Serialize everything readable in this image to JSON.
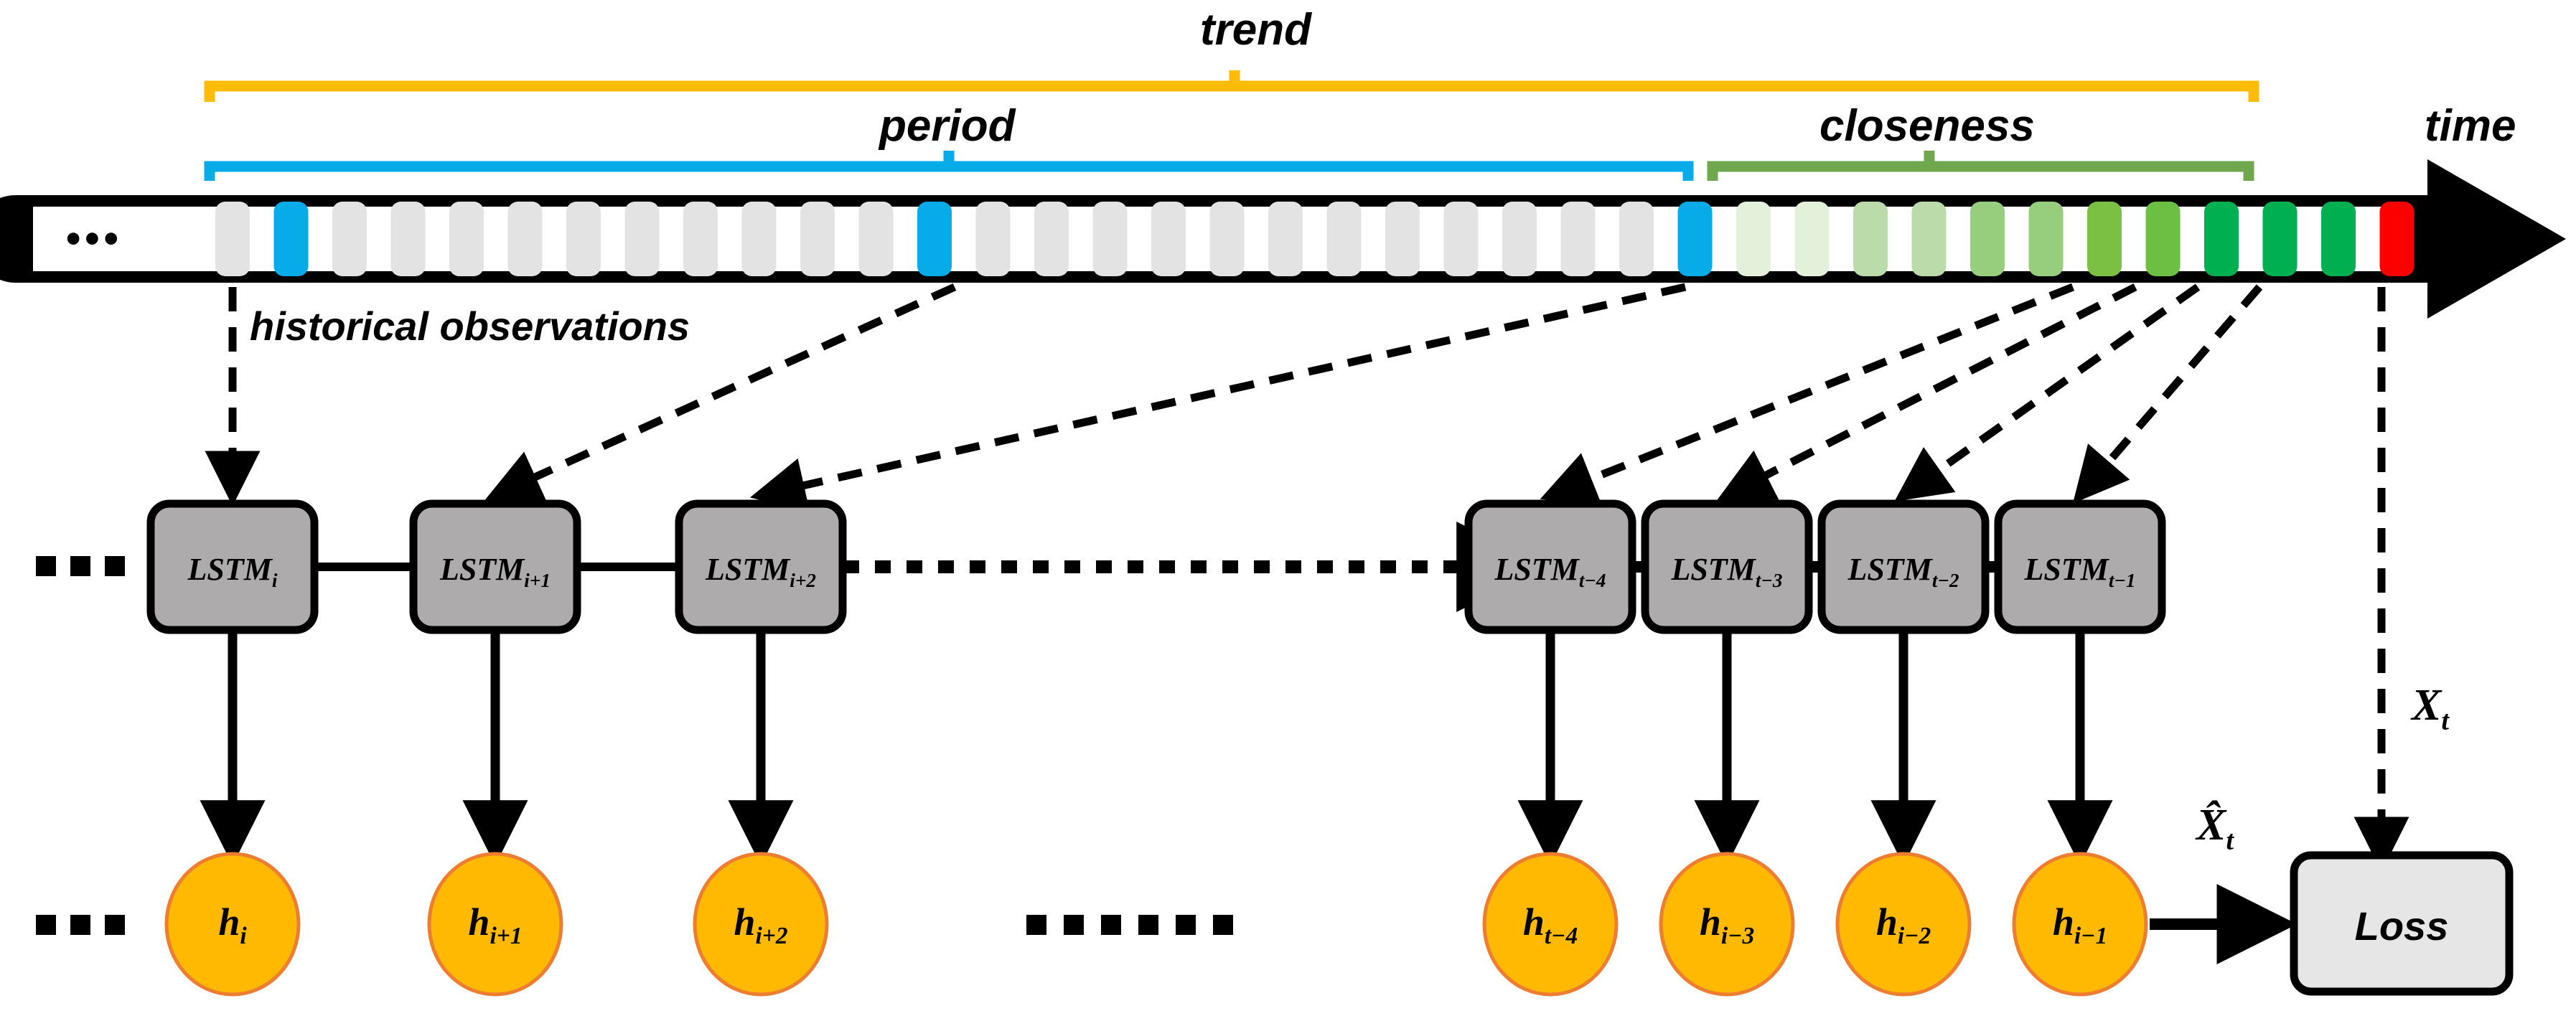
{
  "diagram": {
    "title_labels": {
      "trend": "trend",
      "period": "period",
      "closeness": "closeness",
      "time": "time",
      "historical_observations": "historical observations"
    },
    "colors": {
      "trend_bracket": "#FFBC06",
      "period_bracket": "#06ABE8",
      "closeness_bracket": "#6FA84C",
      "timeline_cell_default": "#E3E3E3",
      "timeline_cell_blue": "#06ABE8",
      "timeline_cell_red": "#FC0000",
      "timeline_border": "#000000",
      "lstm_fill": "#ADABAB",
      "hidden_fill": "#FFB900",
      "hidden_stroke": "#ED7D31",
      "loss_fill": "#E7E6E6",
      "green_scale": [
        "#E3F0DA",
        "#E3F0DA",
        "#BCDBAA",
        "#BCDBAA",
        "#97CE7D",
        "#97CE7D",
        "#7BC043",
        "#6BC044",
        "#00B050",
        "#00B050",
        "#00B050"
      ]
    },
    "timeline": {
      "ellipsis": "...",
      "cells": [
        {
          "index": 0,
          "color": "default",
          "highlight": false
        },
        {
          "index": 1,
          "color": "blue",
          "highlight": true,
          "tag": "period-start"
        },
        {
          "index": 2,
          "color": "default",
          "highlight": false
        },
        {
          "index": 3,
          "color": "default",
          "highlight": false
        },
        {
          "index": 4,
          "color": "default",
          "highlight": false
        },
        {
          "index": 5,
          "color": "default",
          "highlight": false
        },
        {
          "index": 6,
          "color": "default",
          "highlight": false
        },
        {
          "index": 7,
          "color": "default",
          "highlight": false
        },
        {
          "index": 8,
          "color": "default",
          "highlight": false
        },
        {
          "index": 9,
          "color": "default",
          "highlight": false
        },
        {
          "index": 10,
          "color": "default",
          "highlight": false
        },
        {
          "index": 11,
          "color": "default",
          "highlight": false
        },
        {
          "index": 12,
          "color": "blue",
          "highlight": true,
          "tag": "period-mid"
        },
        {
          "index": 13,
          "color": "default",
          "highlight": false
        },
        {
          "index": 14,
          "color": "default",
          "highlight": false
        },
        {
          "index": 15,
          "color": "default",
          "highlight": false
        },
        {
          "index": 16,
          "color": "default",
          "highlight": false
        },
        {
          "index": 17,
          "color": "default",
          "highlight": false
        },
        {
          "index": 18,
          "color": "default",
          "highlight": false
        },
        {
          "index": 19,
          "color": "default",
          "highlight": false
        },
        {
          "index": 20,
          "color": "default",
          "highlight": false
        },
        {
          "index": 21,
          "color": "default",
          "highlight": false
        },
        {
          "index": 22,
          "color": "default",
          "highlight": false
        },
        {
          "index": 23,
          "color": "default",
          "highlight": false
        },
        {
          "index": 24,
          "color": "default",
          "highlight": false
        },
        {
          "index": 25,
          "color": "blue",
          "highlight": true,
          "tag": "period-end"
        },
        {
          "index": 26,
          "color": "green1",
          "highlight": false
        },
        {
          "index": 27,
          "color": "green2",
          "highlight": false
        },
        {
          "index": 28,
          "color": "green3",
          "highlight": false
        },
        {
          "index": 29,
          "color": "green4",
          "highlight": false
        },
        {
          "index": 30,
          "color": "green5",
          "highlight": false
        },
        {
          "index": 31,
          "color": "green6",
          "highlight": false
        },
        {
          "index": 32,
          "color": "green7",
          "highlight": false
        },
        {
          "index": 33,
          "color": "green8",
          "highlight": false
        },
        {
          "index": 34,
          "color": "green9",
          "highlight": false
        },
        {
          "index": 35,
          "color": "green10",
          "highlight": false
        },
        {
          "index": 36,
          "color": "green11",
          "highlight": false
        },
        {
          "index": 37,
          "color": "red",
          "highlight": true,
          "tag": "target-t"
        }
      ]
    },
    "lstm_nodes": [
      {
        "id": "lstm-i",
        "base": "LSTM",
        "sub": "i"
      },
      {
        "id": "lstm-i1",
        "base": "LSTM",
        "sub": "i+1"
      },
      {
        "id": "lstm-i2",
        "base": "LSTM",
        "sub": "i+2"
      },
      {
        "id": "lstm-t4",
        "base": "LSTM",
        "sub": "t−4"
      },
      {
        "id": "lstm-t3",
        "base": "LSTM",
        "sub": "t−3"
      },
      {
        "id": "lstm-t2",
        "base": "LSTM",
        "sub": "t−2"
      },
      {
        "id": "lstm-t1",
        "base": "LSTM",
        "sub": "t−1"
      }
    ],
    "hidden_nodes": [
      {
        "id": "h-i",
        "base": "h",
        "sub": "i"
      },
      {
        "id": "h-i1",
        "base": "h",
        "sub": "i+1"
      },
      {
        "id": "h-i2",
        "base": "h",
        "sub": "i+2"
      },
      {
        "id": "h-t4",
        "base": "h",
        "sub": "t−4"
      },
      {
        "id": "h-i3",
        "base": "h",
        "sub": "i−3"
      },
      {
        "id": "h-i2m",
        "base": "h",
        "sub": "i−2"
      },
      {
        "id": "h-i1m",
        "base": "h",
        "sub": "i−1"
      }
    ],
    "loss": {
      "label": "Loss",
      "pred_label_base": "X̂",
      "pred_label_sub": "t",
      "truth_label_base": "X",
      "truth_label_sub": "t"
    },
    "ellipses": {
      "timeline_dots": "···",
      "lstm_row_dots": "···",
      "hidden_row_left_dots": "···",
      "hidden_row_mid_dots": "······"
    }
  }
}
